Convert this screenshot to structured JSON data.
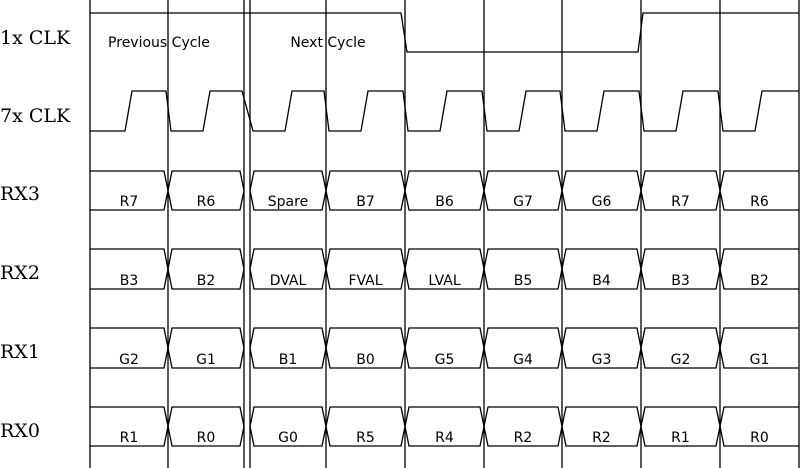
{
  "signals": [
    {
      "label": "1x CLK"
    },
    {
      "label": "7x CLK"
    },
    {
      "label": "RX3",
      "cells": [
        "R7",
        "R6",
        "Spare",
        "B7",
        "B6",
        "G7",
        "G6",
        "R7",
        "R6"
      ]
    },
    {
      "label": "RX2",
      "cells": [
        "B3",
        "B2",
        "DVAL",
        "FVAL",
        "LVAL",
        "B5",
        "B4",
        "B3",
        "B2"
      ]
    },
    {
      "label": "RX1",
      "cells": [
        "G2",
        "G1",
        "B1",
        "B0",
        "G5",
        "G4",
        "G3",
        "G2",
        "G1"
      ]
    },
    {
      "label": "RX0",
      "cells": [
        "R1",
        "R0",
        "G0",
        "R5",
        "R4",
        "R2",
        "R2",
        "R1",
        "R0"
      ]
    }
  ],
  "annotations": {
    "previous_cycle": "Previous Cycle",
    "next_cycle": "Next Cycle"
  },
  "colors": {
    "line": "#000000",
    "background": "#ffffff"
  }
}
